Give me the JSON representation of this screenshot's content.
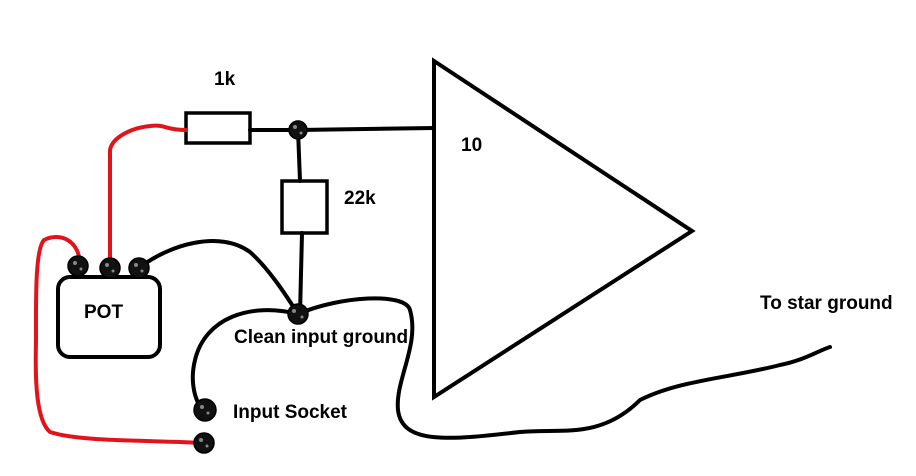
{
  "diagram": {
    "labels": {
      "resistor_series": "1k",
      "resistor_shunt": "22k",
      "amplifier_gain": "10",
      "pot": "POT",
      "clean_ground": "Clean input ground",
      "input_socket": "Input Socket",
      "star_ground": "To star ground"
    },
    "colors": {
      "wire_signal": "#e0151b",
      "wire_ground": "#000000",
      "component_outline": "#000000",
      "background": "#ffffff"
    },
    "components": [
      {
        "name": "resistor-1k",
        "kind": "resistor",
        "value": "1k"
      },
      {
        "name": "resistor-22k",
        "kind": "resistor",
        "value": "22k"
      },
      {
        "name": "amplifier",
        "kind": "op-amp triangle",
        "gain": "10"
      },
      {
        "name": "pot",
        "kind": "potentiometer",
        "lugs": 3
      },
      {
        "name": "input-socket",
        "kind": "jack socket",
        "terminals": 2
      }
    ]
  }
}
